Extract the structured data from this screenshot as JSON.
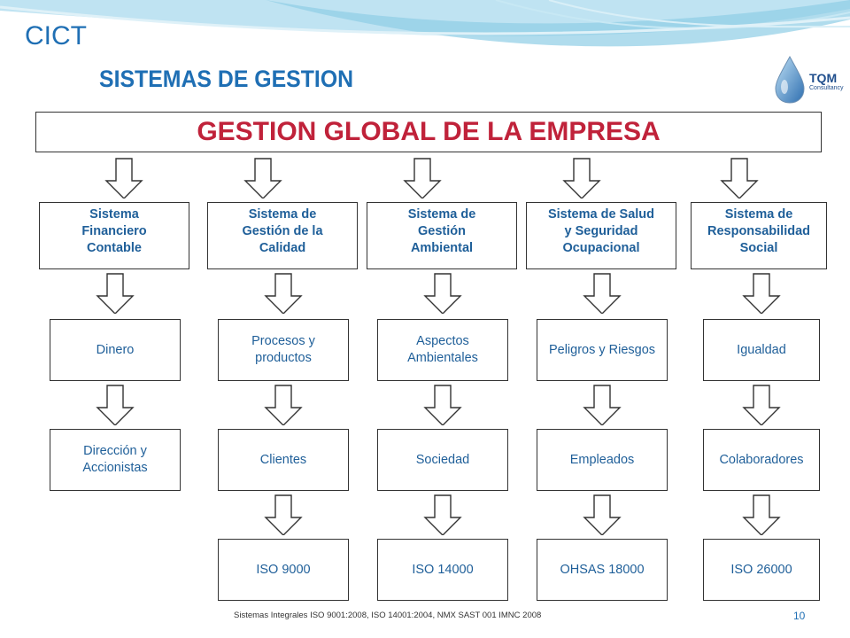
{
  "header": {
    "org": "CICT",
    "title": "SISTEMAS DE GESTION",
    "logo_text": "TQM",
    "logo_sub": "Consultancy"
  },
  "banner": "GESTION GLOBAL DE LA EMPRESA",
  "columns": [
    {
      "system": "Sistema\nFinanciero\nContable",
      "focus": "Dinero",
      "stakeholder": "Dirección y\nAccionistas",
      "standard": ""
    },
    {
      "system": "Sistema de\nGestión de la\nCalidad",
      "focus": "Procesos y\nproductos",
      "stakeholder": "Clientes",
      "standard": "ISO 9000"
    },
    {
      "system": "Sistema de\nGestión\nAmbiental",
      "focus": "Aspectos\nAmbientales",
      "stakeholder": "Sociedad",
      "standard": "ISO 14000"
    },
    {
      "system": "Sistema de Salud\ny Seguridad\nOcupacional",
      "focus": "Peligros y Riesgos",
      "stakeholder": "Empleados",
      "standard": "OHSAS 18000"
    },
    {
      "system": "Sistema de\nResponsabilidad\nSocial",
      "focus": "Igualdad",
      "stakeholder": "Colaboradores",
      "standard": "ISO 26000"
    }
  ],
  "footer": "Sistemas Integrales ISO 9001:2008, ISO 14001:2004, NMX SAST 001 IMNC 2008",
  "page_number": "10",
  "colors": {
    "accent": "#1f6fb4",
    "banner": "#c0223a",
    "box_text": "#1f5f99"
  }
}
